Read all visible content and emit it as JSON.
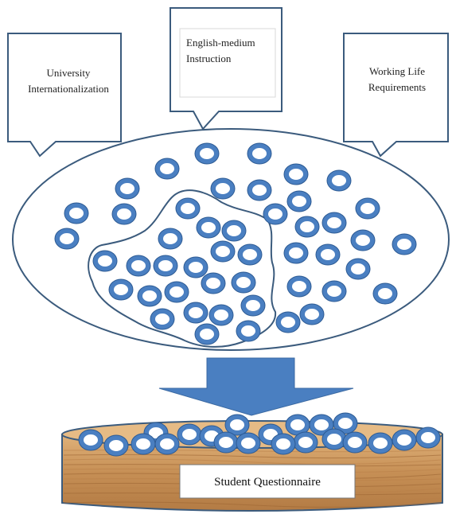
{
  "callouts": {
    "left": {
      "lines": [
        "University",
        "Internationalization"
      ]
    },
    "middle": {
      "lines": [
        "English-medium",
        "Instruction"
      ]
    },
    "right": {
      "lines": [
        "Working Life",
        "Requirements"
      ]
    }
  },
  "questionnaire": {
    "label": "Student Questionnaire"
  },
  "colors": {
    "ring_fill": "#4a7fc1",
    "ring_stroke": "#2c5a93",
    "arrow": "#4a7fc1",
    "wood_light": "#d7a86e",
    "wood_dark": "#a8723d",
    "outline": "#2f4f6f"
  }
}
